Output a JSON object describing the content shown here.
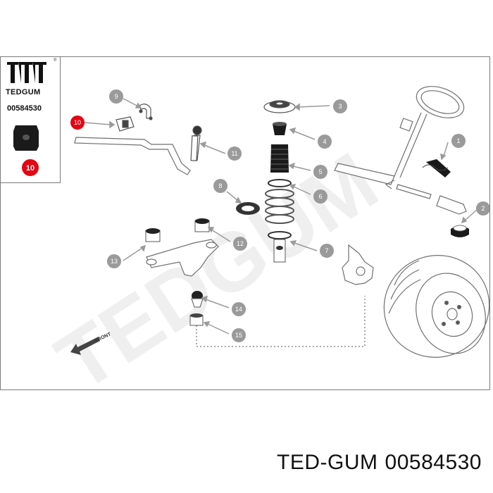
{
  "brand": {
    "name": "TEDGUM",
    "part_number": "00584530",
    "highlight_number": "10",
    "registered_mark": "®"
  },
  "footer": {
    "brand": "TED-GUM",
    "part_number": "00584530"
  },
  "diagram": {
    "watermark": "TEDGUM",
    "front_label": "FRONT",
    "callouts": [
      {
        "id": "1"
      },
      {
        "id": "2"
      },
      {
        "id": "3"
      },
      {
        "id": "4"
      },
      {
        "id": "5"
      },
      {
        "id": "6"
      },
      {
        "id": "7"
      },
      {
        "id": "8"
      },
      {
        "id": "9"
      },
      {
        "id": "10"
      },
      {
        "id": "11"
      },
      {
        "id": "12"
      },
      {
        "id": "13"
      },
      {
        "id": "14"
      },
      {
        "id": "15"
      }
    ],
    "colors": {
      "highlight": "#e30613",
      "callout": "#9a9a9a",
      "line": "#6f6f6f",
      "dark_part": "#1a1a1a",
      "watermark": "#efefef"
    }
  }
}
